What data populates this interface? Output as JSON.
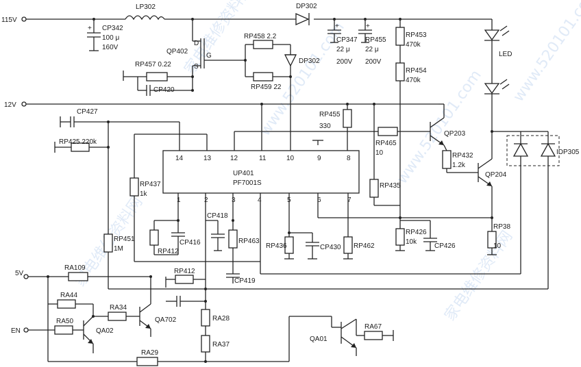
{
  "ic": {
    "ref": "UP401",
    "part": "PF7001S",
    "pins_top": [
      "14",
      "13",
      "12",
      "11",
      "10",
      "9",
      "8"
    ],
    "pins_bottom": [
      "1",
      "2",
      "3",
      "4",
      "5",
      "6",
      "7"
    ]
  },
  "rails": {
    "v115": "115V",
    "v12": "12V",
    "v5": "5V",
    "en": "EN"
  },
  "labels": {
    "LP302": "LP302",
    "DP302a": "DP302",
    "DP302b": "DP302",
    "CP342": "CP342",
    "CP342v": "100 μ",
    "CP342u": "160V",
    "CP347": "CP347",
    "CP347v": "22 μ",
    "CP347u": "200V",
    "RP455c": "RP455",
    "RP455cv": "22 μ",
    "RP455cu": "200V",
    "RP453": "RP453",
    "RP453v": "470k",
    "RP454": "RP454",
    "RP454v": "470k",
    "LED": "LED",
    "QP402": "QP402",
    "D": "D",
    "G": "G",
    "S": "S",
    "RP458": "RP458  2.2",
    "RP459": "RP459  22",
    "RP457": "RP457  0.22",
    "CP420": "CP420",
    "CP427": "CP427",
    "RP425": "RP425  220k",
    "RP455": "RP455",
    "RP455v": "330",
    "RP465": "RP465",
    "RP465v": "10",
    "QP203": "QP203",
    "RP432": "RP432",
    "RP432v": "1.2k",
    "QP204": "QP204",
    "IDP305": "IDP305",
    "RP437": "RP437",
    "RP437v": "1k",
    "RP435": "RP435",
    "CP418": "CP418",
    "RP463": "RP463",
    "CP419": "CP419",
    "RP412a": "RP412",
    "CP416": "CP416",
    "RP436": "RP436",
    "CP430": "CP430",
    "RP462": "RP462",
    "RP426": "RP426",
    "RP426v": "10k",
    "CP426": "CP426",
    "RP38": "RP38",
    "RP38v": "10",
    "RP451": "RP451",
    "RP451v": "1M",
    "RA109": "RA109",
    "RP412b": "RP412",
    "RA44": "RA44",
    "RA50": "RA50",
    "QA02": "QA02",
    "RA34": "RA34",
    "QA702": "QA702",
    "RA28": "RA28",
    "RA37": "RA37",
    "RA29": "RA29",
    "QA01": "QA01",
    "RA67": "RA67"
  },
  "watermarks": [
    "家电维修资料网",
    "www.520101.com",
    "家电维修资料网",
    "www.520101.com",
    "家电维修资料网",
    "www.520101.com"
  ]
}
